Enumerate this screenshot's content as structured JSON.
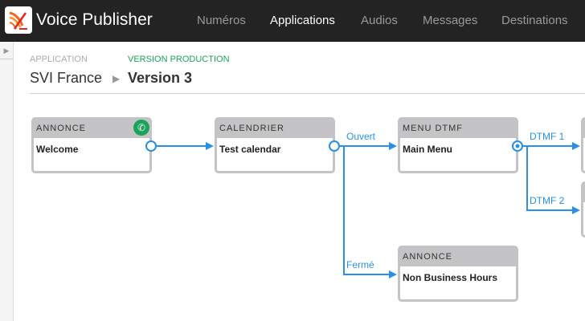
{
  "header": {
    "brand": "Voice Publisher",
    "nav": [
      "Numéros",
      "Applications",
      "Audios",
      "Messages",
      "Destinations"
    ],
    "active": "Applications"
  },
  "breadcrumb": {
    "application_label": "APPLICATION",
    "application": "SVI France",
    "version_label": "VERSION PRODUCTION",
    "version": "Version 3"
  },
  "nodes": [
    {
      "type": "ANNONCE",
      "name": "Welcome",
      "start_icon": "phone-icon"
    },
    {
      "type": "CALENDRIER",
      "name": "Test calendar"
    },
    {
      "type": "MENU DTMF",
      "name": "Main Menu"
    },
    {
      "type": "ANNONCE",
      "name": "Non Business Hours"
    }
  ],
  "edges": {
    "open": "Ouvert",
    "closed": "Fermé",
    "dtmf1": "DTMF 1",
    "dtmf2": "DTMF 2"
  },
  "colors": {
    "accent": "#2a8fe6",
    "version": "#1aa35a",
    "start": "#1aa35a"
  }
}
